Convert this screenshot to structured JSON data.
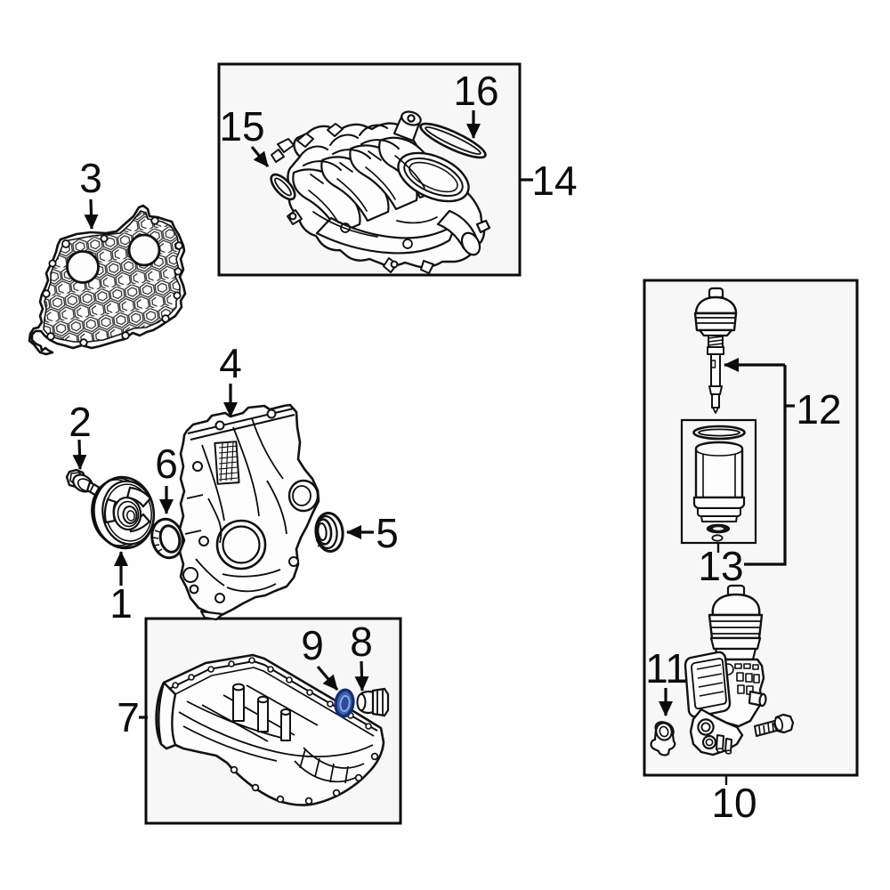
{
  "diagram": {
    "type": "exploded-parts-diagram",
    "background_color": "#fefefe",
    "line_color": "#0f0f0f",
    "highlight_color": "#3f63b4",
    "highlighted_callout": "9",
    "callouts": {
      "c1": "1",
      "c2": "2",
      "c3": "3",
      "c4": "4",
      "c5": "5",
      "c6": "6",
      "c7": "7",
      "c8": "8",
      "c9": "9",
      "c10": "10",
      "c11": "11",
      "c12": "12",
      "c13": "13",
      "c14": "14",
      "c15": "15",
      "c16": "16"
    }
  }
}
